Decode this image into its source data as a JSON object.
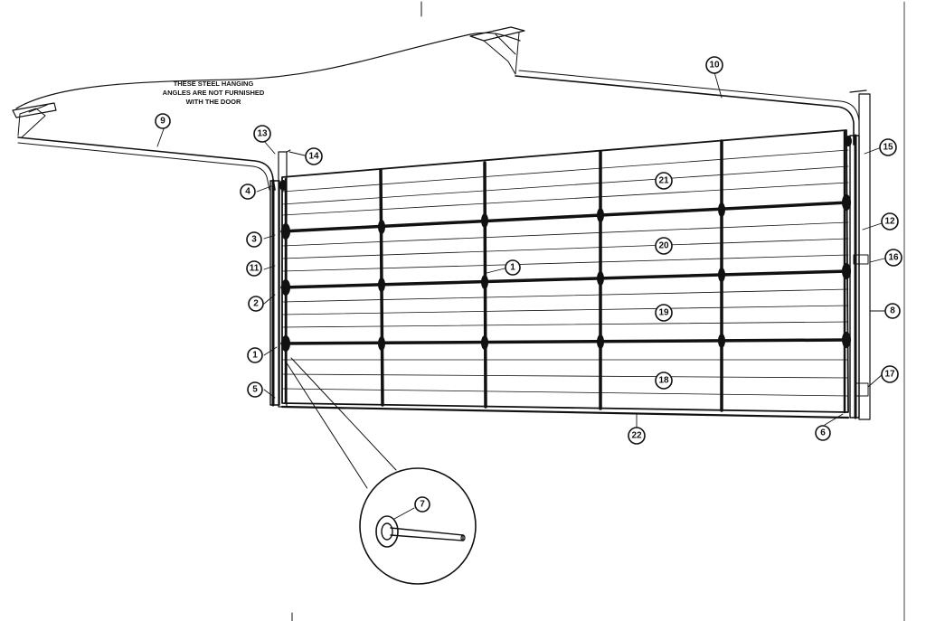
{
  "note": {
    "lines": [
      "THESE STEEL HANGING",
      "ANGLES ARE NOT FURNISHED",
      "WITH THE DOOR"
    ]
  },
  "callouts": [
    {
      "label": "1",
      "part": "hinge"
    },
    {
      "label": "1",
      "part": "hinge"
    },
    {
      "label": "2"
    },
    {
      "label": "3"
    },
    {
      "label": "4"
    },
    {
      "label": "5"
    },
    {
      "label": "6"
    },
    {
      "label": "7"
    },
    {
      "label": "8"
    },
    {
      "label": "9"
    },
    {
      "label": "10"
    },
    {
      "label": "11"
    },
    {
      "label": "12"
    },
    {
      "label": "13"
    },
    {
      "label": "14"
    },
    {
      "label": "15"
    },
    {
      "label": "16"
    },
    {
      "label": "17"
    },
    {
      "label": "18"
    },
    {
      "label": "19"
    },
    {
      "label": "20"
    },
    {
      "label": "21"
    },
    {
      "label": "22"
    }
  ]
}
